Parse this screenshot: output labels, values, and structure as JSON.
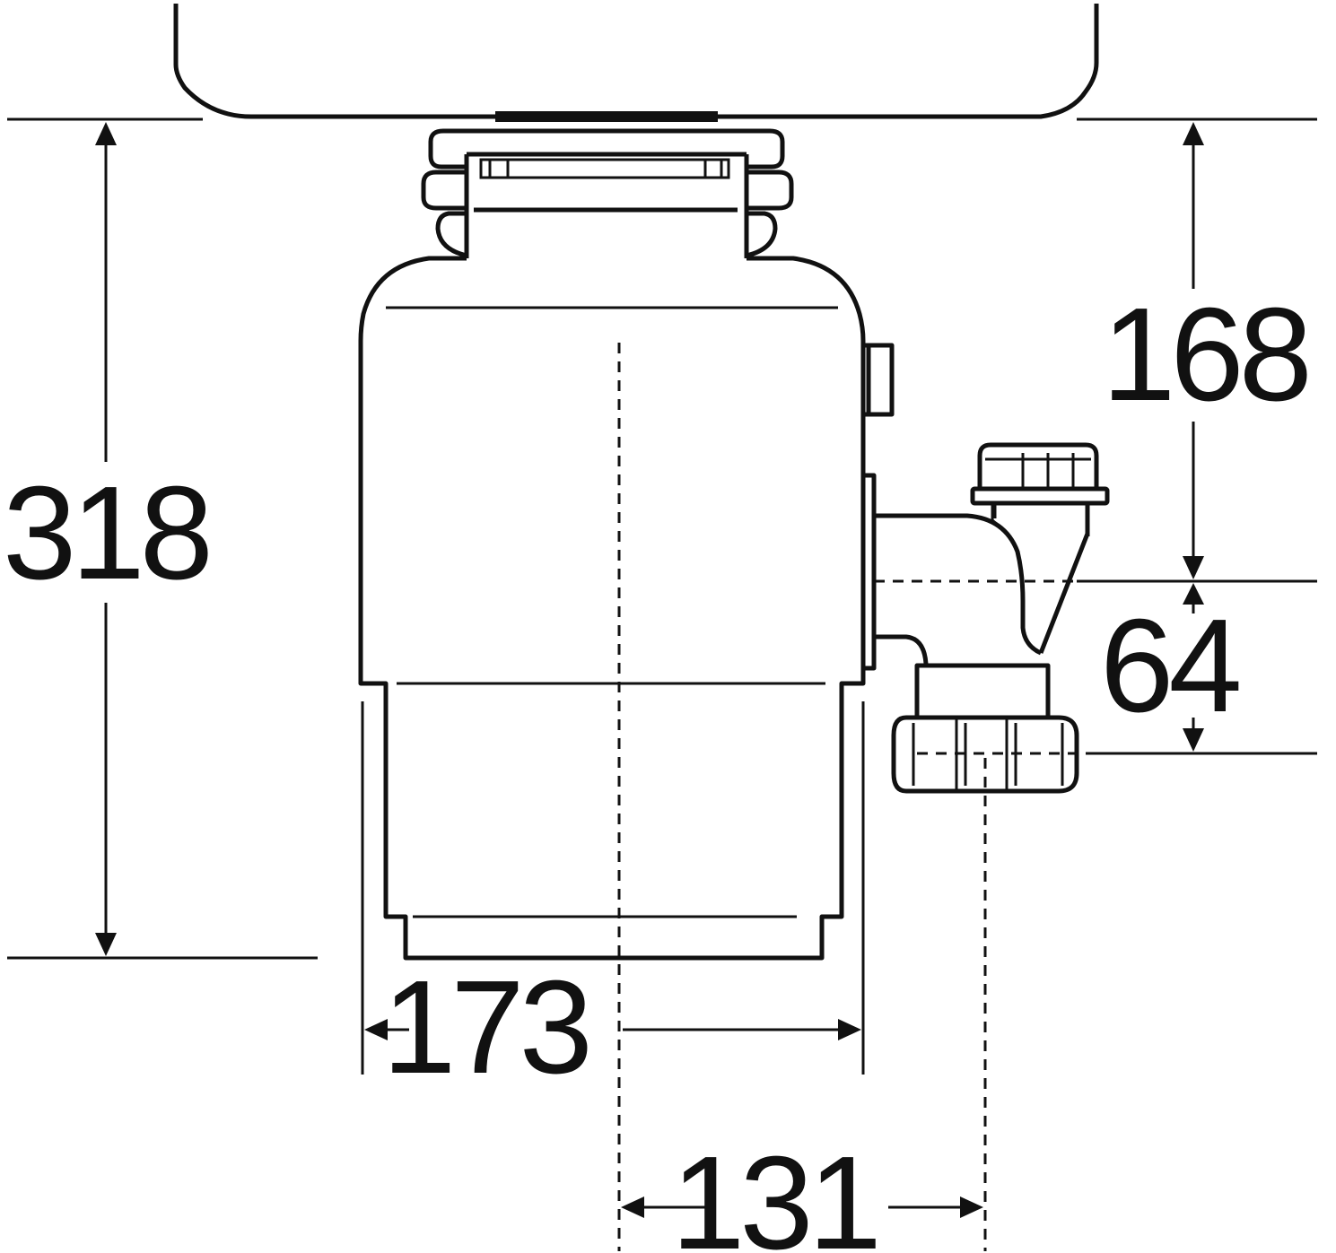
{
  "diagram": {
    "colors": {
      "line": "#111111",
      "background": "#ffffff"
    },
    "dimensions": {
      "total_height": "318",
      "top_to_outlet": "168",
      "outlet_drop": "64",
      "body_width": "173",
      "outlet_offset": "131"
    }
  }
}
